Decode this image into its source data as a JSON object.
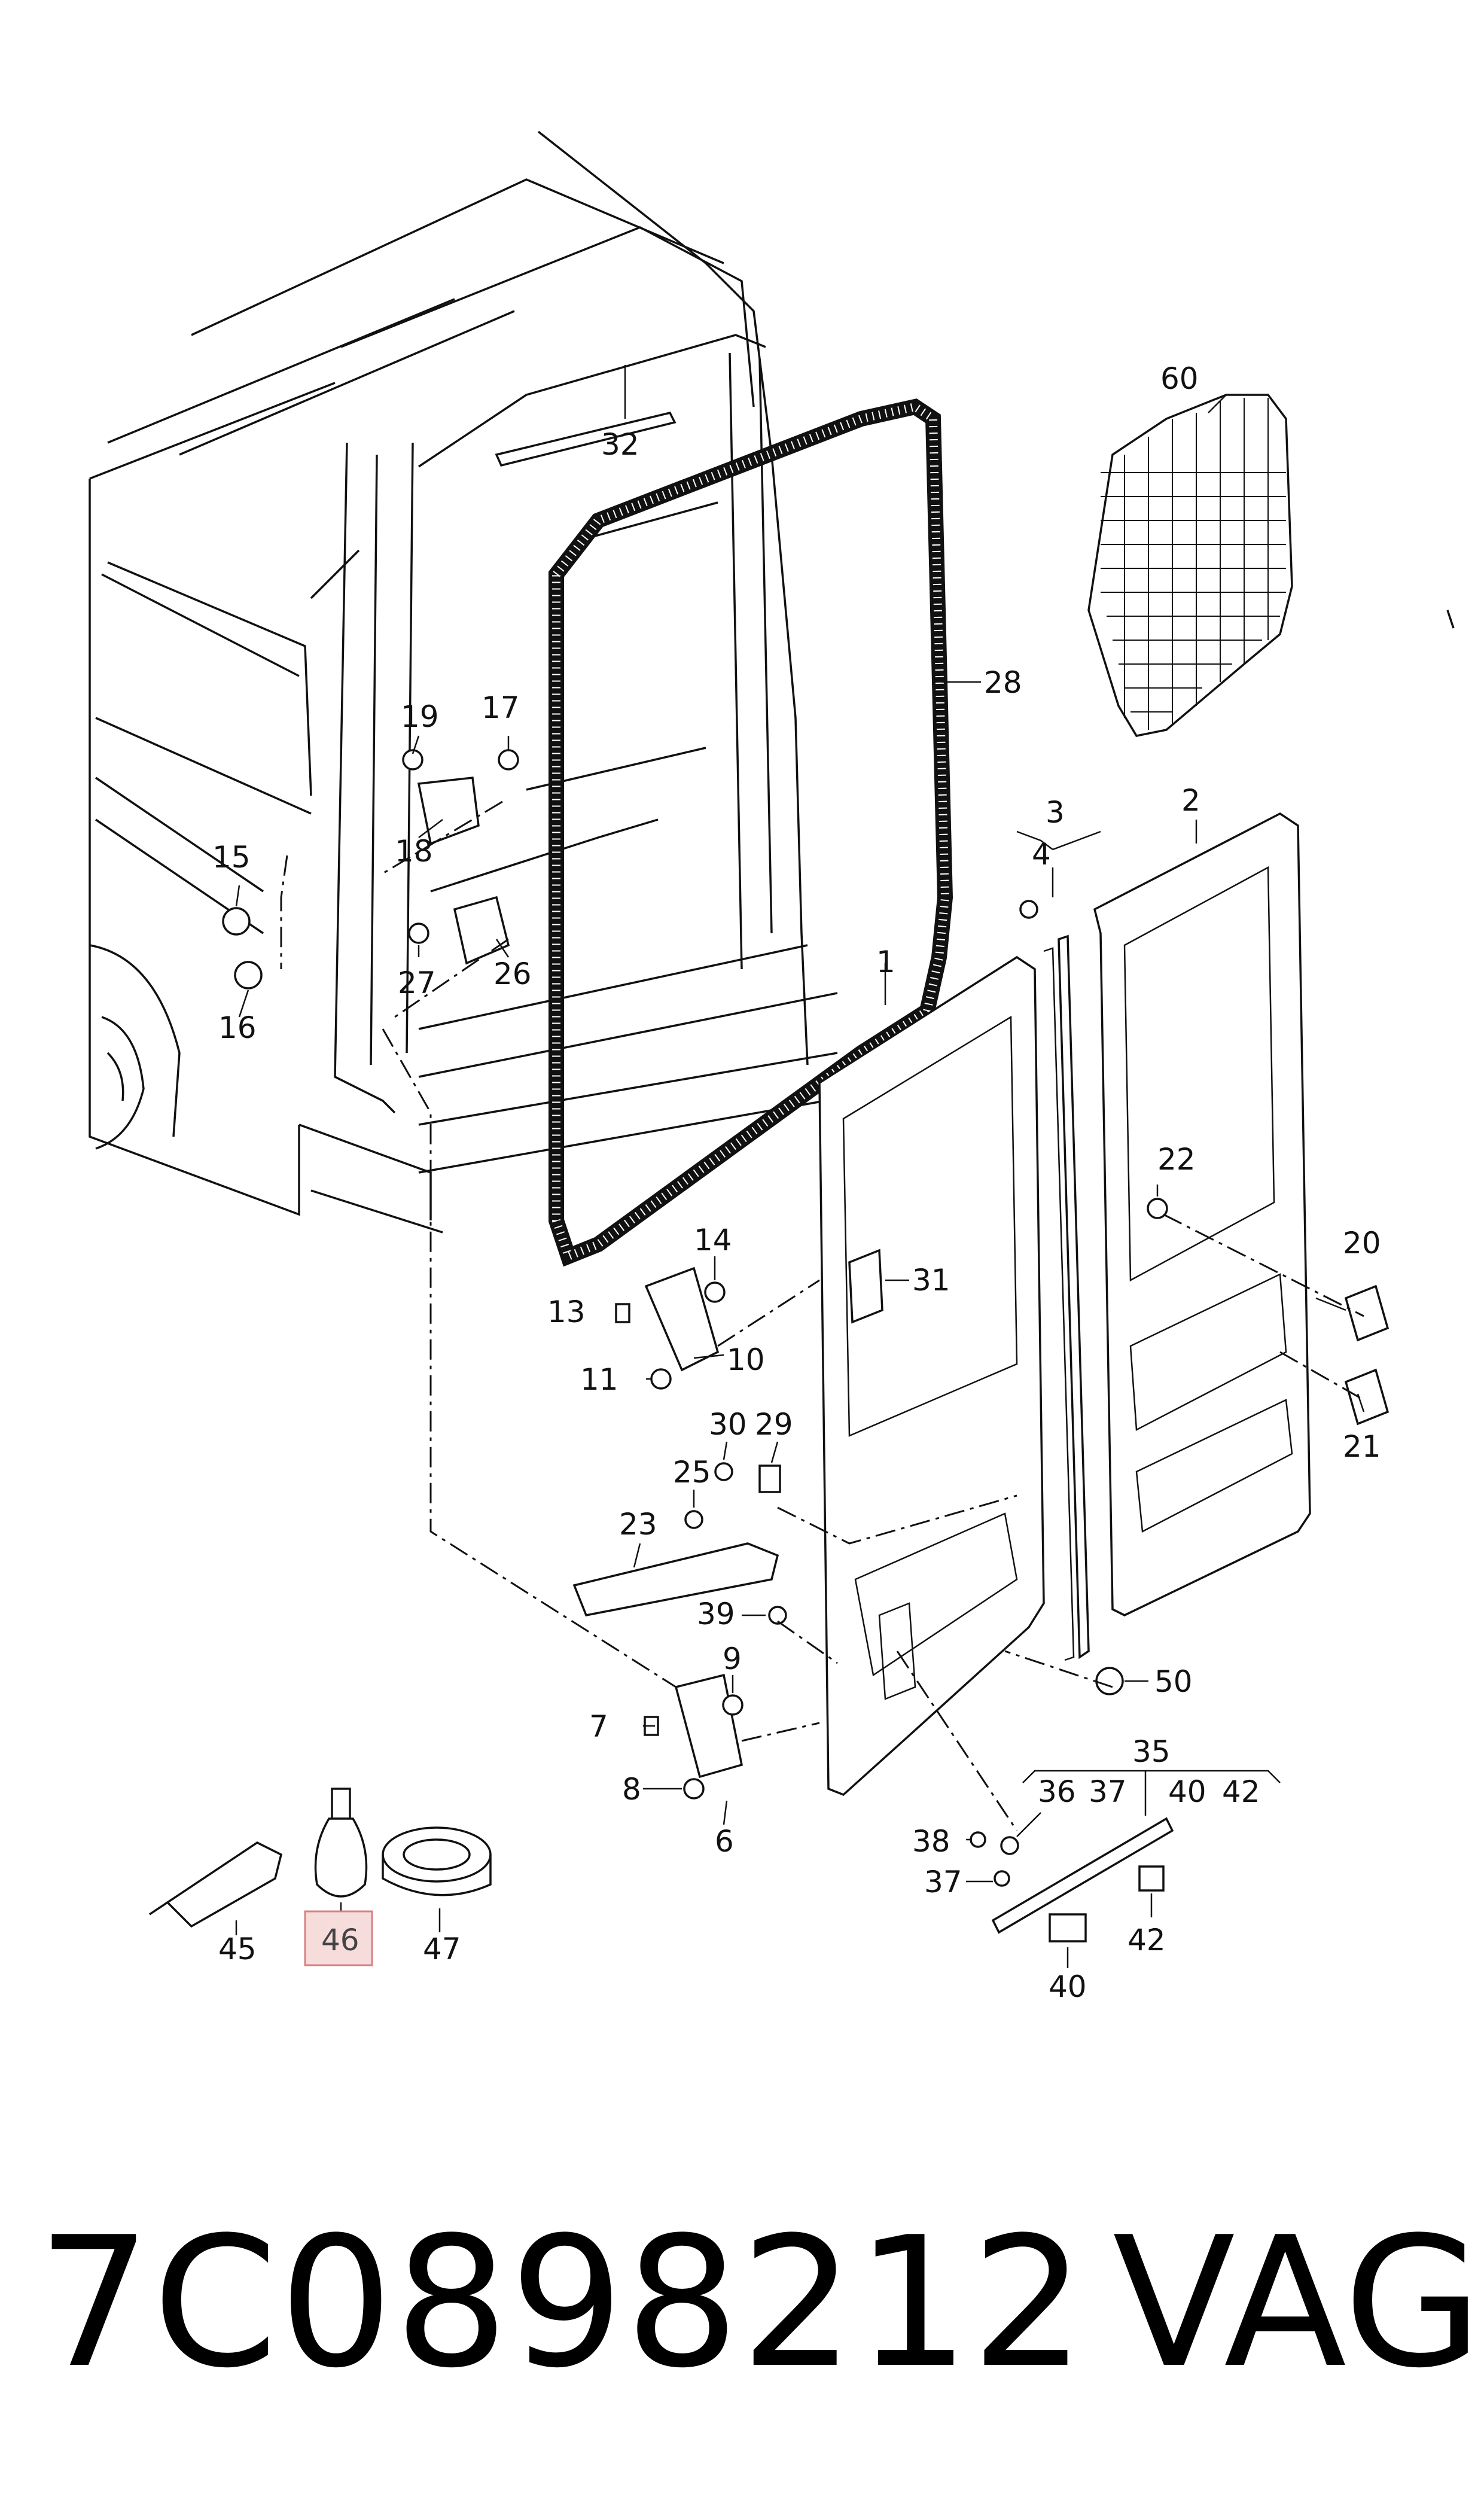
{
  "labels": {
    "l1": "1",
    "l2": "2",
    "l3": "3",
    "l4": "4",
    "l6": "6",
    "l7": "7",
    "l8": "8",
    "l9": "9",
    "l10": "10",
    "l11": "11",
    "l13": "13",
    "l14": "14",
    "l15": "15",
    "l16": "16",
    "l17": "17",
    "l18": "18",
    "l19": "19",
    "l20": "20",
    "l21": "21",
    "l22": "22",
    "l23": "23",
    "l25": "25",
    "l26": "26",
    "l27": "27",
    "l28": "28",
    "l29": "29",
    "l30": "30",
    "l31": "31",
    "l32": "32",
    "l35": "35",
    "l36": "36",
    "l37a": "37",
    "l37b": "37",
    "l38": "38",
    "l39": "39",
    "l40a": "40",
    "l40b": "40",
    "l42a": "42",
    "l42b": "42",
    "l45": "45",
    "l46": "46",
    "l47": "47",
    "l50": "50",
    "l60": "60"
  },
  "highlight": {
    "label": "46",
    "color": "#f2c6c6",
    "border": "#d98080"
  },
  "footer": {
    "part_number": "7C0898212",
    "brand": "VAG"
  }
}
